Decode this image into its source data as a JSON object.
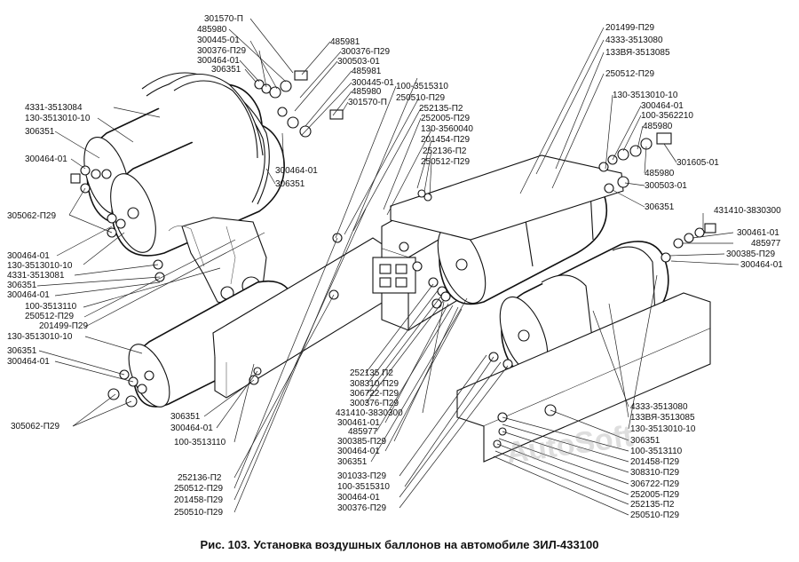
{
  "caption": "Рис. 103. Установка воздушных баллонов на автомобиле ЗИЛ-433100",
  "watermark": "AutoSoft",
  "labels": {
    "l01": "301570-П",
    "l02": "485980",
    "l03": "300445-01",
    "l04": "300376-П29",
    "l05": "300464-01",
    "l06": "306351",
    "l07": "485981",
    "l08": "300376-П29",
    "l09": "300503-01",
    "l10": "485981",
    "l11": "300445-01",
    "l12": "485980",
    "l13": "301570-П",
    "l14": "4331-3513084",
    "l15": "130-3513010-10",
    "l16": "306351",
    "l17": "300464-01",
    "l18": "300464-01",
    "l19": "306351",
    "l20": "305062-П29",
    "l21": "300464-01",
    "l22": "130-3513010-10",
    "l23": "4331-3513081",
    "l24": "306351",
    "l25": "300464-01",
    "l26": "100-3513110",
    "l27": "250512-П29",
    "l28": "201499-П29",
    "l29": "130-3513010-10",
    "l30": "306351",
    "l31": "300464-01",
    "l32": "305062-П29",
    "l33": "306351",
    "l34": "300464-01",
    "l35": "100-3513110",
    "l36": "252136-П2",
    "l37": "250512-П29",
    "l38": "201458-П29",
    "l39": "250510-П29",
    "l40": "100-3515310",
    "l41": "250510-П29",
    "l42": "252135-П2",
    "l43": "252005-П29",
    "l44": "130-3560040",
    "l45": "201454-П29",
    "l46": "252136-П2",
    "l47": "250512-П29",
    "l48": "201499-П29",
    "l49": "4333-3513080",
    "l50": "133ВЯ-3513085",
    "l51": "250512-П29",
    "l52": "130-3513010-10",
    "l53": "300464-01",
    "l54": "100-3562210",
    "l55": "485980",
    "l56": "301605-01",
    "l57": "485980",
    "l58": "300503-01",
    "l59": "306351",
    "l60": "431410-3830300",
    "l61": "300461-01",
    "l62": "485977",
    "l63": "300385-П29",
    "l64": "300464-01",
    "l65": "252135 П2",
    "l66": "308310-П29",
    "l67": "306722-П29",
    "l68": "300376-П29",
    "l69": "431410-3830300",
    "l70": "300461-01",
    "l71": "485977",
    "l72": "300385-П29",
    "l73": "300464-01",
    "l74": "306351",
    "l75": "301033-П29",
    "l76": "100-3515310",
    "l77": "300464-01",
    "l78": "300376-П29",
    "l79": "4333-3513080",
    "l80": "133ВЯ-3513085",
    "l81": "130-3513010-10",
    "l82": "306351",
    "l83": "100-3513110",
    "l84": "201458-П29",
    "l85": "308310-П29",
    "l86": "306722-П29",
    "l87": "252005-П29",
    "l88": "252135-П2",
    "l89": "250510-П29"
  }
}
